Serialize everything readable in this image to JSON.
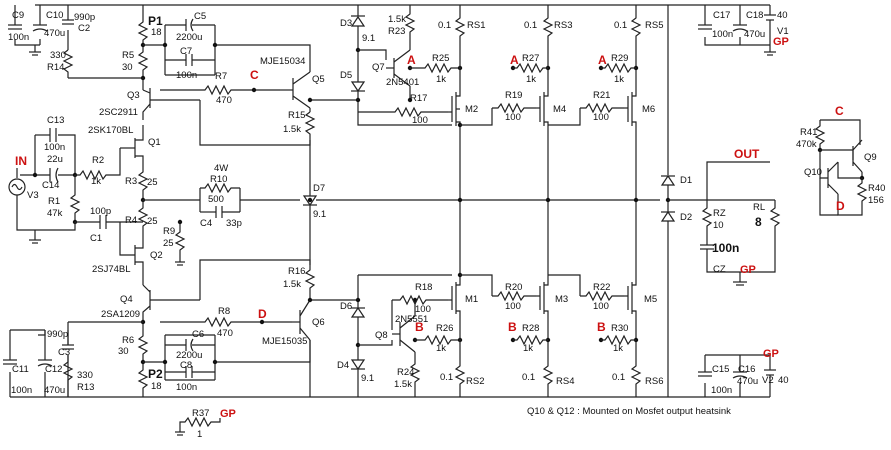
{
  "nets": {
    "in": "IN",
    "out": "OUT",
    "p1": "P1",
    "p2": "P2",
    "gp": "GP",
    "a": "A",
    "b": "B",
    "c": "C",
    "d": "D"
  },
  "components": {
    "C9": "C9",
    "C9v": "100n",
    "C10": "C10",
    "C10v": "470u",
    "C2v": "990p",
    "C2": "C2",
    "R14v": "330",
    "R14": "R14",
    "R5": "R5",
    "R5v": "30",
    "P1v": "18",
    "C5": "C5",
    "C5v": "2200u",
    "C7": "C7",
    "C7v": "100n",
    "R7": "R7",
    "R7v": "470",
    "Q5v": "MJE15034",
    "Q5": "Q5",
    "Q3": "Q3",
    "Q3v": "2SC2911",
    "Q1v": "2SK170BL",
    "Q1": "Q1",
    "C13": "C13",
    "C13v": "100n",
    "C14v": "22u",
    "C14": "C14",
    "R2": "R2",
    "R2v": "1k",
    "V3": "V3",
    "R1": "R1",
    "R1v": "47k",
    "C1v": "100p",
    "C1": "C1",
    "R3": "R3",
    "R3v": "25",
    "R4": "R4",
    "R4v": "25",
    "R10p": "4W",
    "R10": "R10",
    "R10v": "500",
    "C4": "C4",
    "C4v": "33p",
    "R9": "R9",
    "R9v": "25",
    "Q2": "Q2",
    "Q2v": "2SJ74BL",
    "Q4": "Q4",
    "Q4v": "2SA1209",
    "R6": "R6",
    "R6v": "30",
    "P2v": "18",
    "C6": "C6",
    "C6v": "2200u",
    "C8": "C8",
    "C8v": "100n",
    "R8": "R8",
    "R8v": "470",
    "Q6": "Q6",
    "Q6v": "MJE15035",
    "C3v": "990p",
    "C3": "C3",
    "C11": "C11",
    "C11v": "100n",
    "C12": "C12",
    "C12v": "470u",
    "R13v": "330",
    "R13": "R13",
    "R37": "R37",
    "R37v": "1",
    "D3": "D3",
    "D3v": "9.1",
    "D5": "D5",
    "R15": "R15",
    "R15v": "1.5k",
    "D7": "D7",
    "D7v": "9.1",
    "R16": "R16",
    "R16v": "1.5k",
    "D6": "D6",
    "D4": "D4",
    "D4v": "9.1",
    "R23v": "1.5k",
    "R23": "R23",
    "Q7": "Q7",
    "Q7v": "2N5401",
    "R25": "R25",
    "R25v": "1k",
    "R17": "R17",
    "R17v": "100",
    "Q8": "Q8",
    "Q8v": "2N5551",
    "R26": "R26",
    "R26v": "1k",
    "R18": "R18",
    "R18v": "100",
    "R24": "R24",
    "R24v": "1.5k",
    "RS1v": "0.1",
    "RS1": "RS1",
    "M2": "M2",
    "M1": "M1",
    "RS2v": "0.1",
    "RS2": "RS2",
    "R27": "R27",
    "R27v": "1k",
    "R19": "R19",
    "R19v": "100",
    "RS3v": "0.1",
    "RS3": "RS3",
    "M4": "M4",
    "R20": "R20",
    "R20v": "100",
    "M3": "M3",
    "R28": "R28",
    "R28v": "1k",
    "RS4v": "0.1",
    "RS4": "RS4",
    "R29": "R29",
    "R29v": "1k",
    "R21": "R21",
    "R21v": "100",
    "RS5v": "0.1",
    "RS5": "RS5",
    "M6": "M6",
    "R22": "R22",
    "R22v": "100",
    "M5": "M5",
    "R30": "R30",
    "R30v": "1k",
    "RS6v": "0.1",
    "RS6": "RS6",
    "D1": "D1",
    "D2": "D2",
    "RZ": "RZ",
    "RZv": "10",
    "CZv": "100n",
    "CZ": "CZ",
    "RL": "RL",
    "RLv": "8",
    "C17": "C17",
    "C17v": "100n",
    "C18": "C18",
    "C18v": "470u",
    "V1v": "40",
    "V1": "V1",
    "C15": "C15",
    "C15v": "100n",
    "C16": "C16",
    "C16v": "470u",
    "V2": "V2",
    "V2v": "40",
    "R41": "R41",
    "R41v": "470k",
    "Q9": "Q9",
    "Q10": "Q10",
    "R40": "R40",
    "R40v": "156"
  },
  "note": "Q10 & Q12 : Mounted on Mosfet output heatsink"
}
